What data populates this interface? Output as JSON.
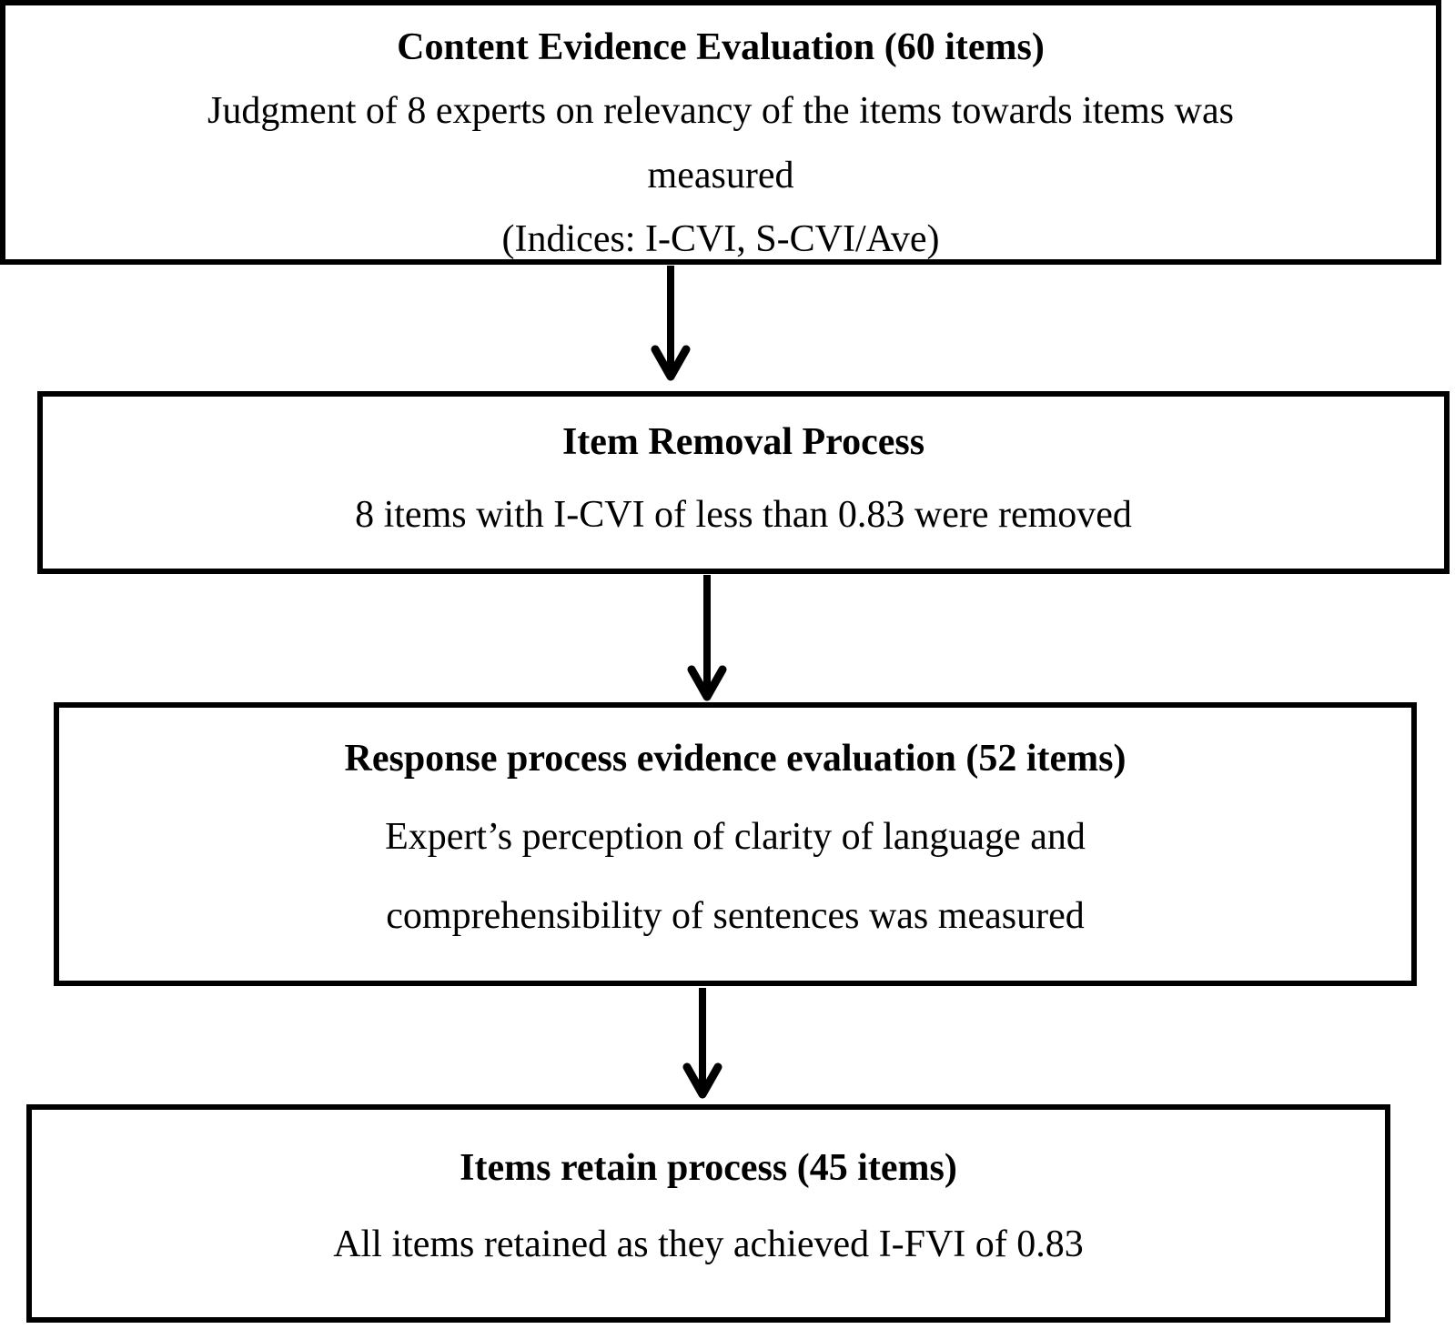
{
  "page": {
    "background": "#ffffff",
    "ink": "#000000"
  },
  "flowchart": {
    "boxes": [
      {
        "name": "content-evidence-evaluation",
        "title": "Content Evidence Evaluation (60 items)",
        "lines": [
          "Judgment of 8 experts on relevancy of the items towards items was",
          "measured",
          "(Indices: I-CVI, S-CVI/Ave)"
        ]
      },
      {
        "name": "item-removal-process",
        "title": "Item Removal Process",
        "lines": [
          "8 items with I-CVI of less than 0.83 were removed"
        ]
      },
      {
        "name": "response-process-evidence-evaluation",
        "title": "Response process evidence evaluation (52 items)",
        "lines": [
          "Expert’s perception of clarity of language and",
          "comprehensibility of sentences was measured"
        ]
      },
      {
        "name": "items-retain-process",
        "title": "Items retain process (45 items)",
        "lines": [
          "All items retained as they achieved I-FVI of 0.83"
        ]
      }
    ],
    "connectors": [
      {
        "icon": "down-arrow-icon",
        "from": "content-evidence-evaluation",
        "to": "item-removal-process"
      },
      {
        "icon": "down-arrow-icon",
        "from": "item-removal-process",
        "to": "response-process-evidence-evaluation"
      },
      {
        "icon": "down-arrow-icon",
        "from": "response-process-evidence-evaluation",
        "to": "items-retain-process"
      }
    ]
  }
}
